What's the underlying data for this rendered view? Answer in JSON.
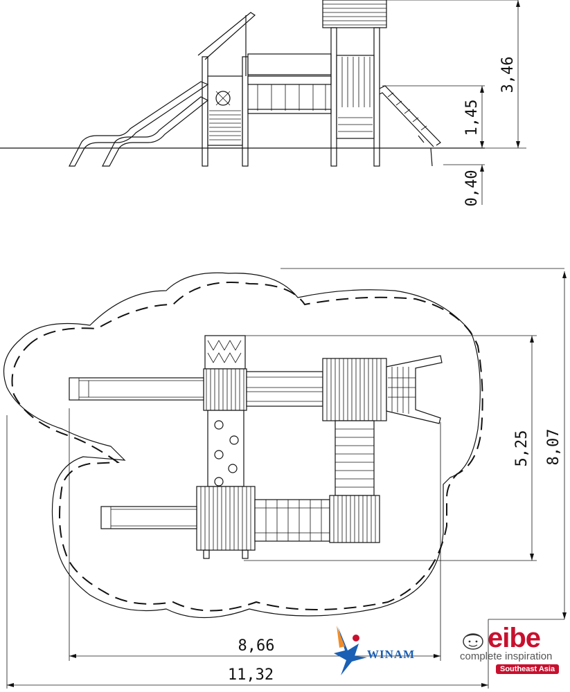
{
  "drawing": {
    "dimensions": {
      "elevation_total_height": "3,46",
      "platform_height": "1,45",
      "foundation_depth": "0,40",
      "plan_depth_outer": "8,07",
      "plan_depth_inner": "5,25",
      "plan_width_inner": "8,66",
      "plan_width_outer": "11,32"
    }
  },
  "logos": {
    "eibe": {
      "word": "eibe",
      "tagline": "complete inspiration",
      "region": "Southeast Asia",
      "brand_color": "#c8102e"
    },
    "winam": {
      "word": "WINAM",
      "colors": [
        "#1a5fb4",
        "#f28c28",
        "#c8102e"
      ]
    }
  }
}
